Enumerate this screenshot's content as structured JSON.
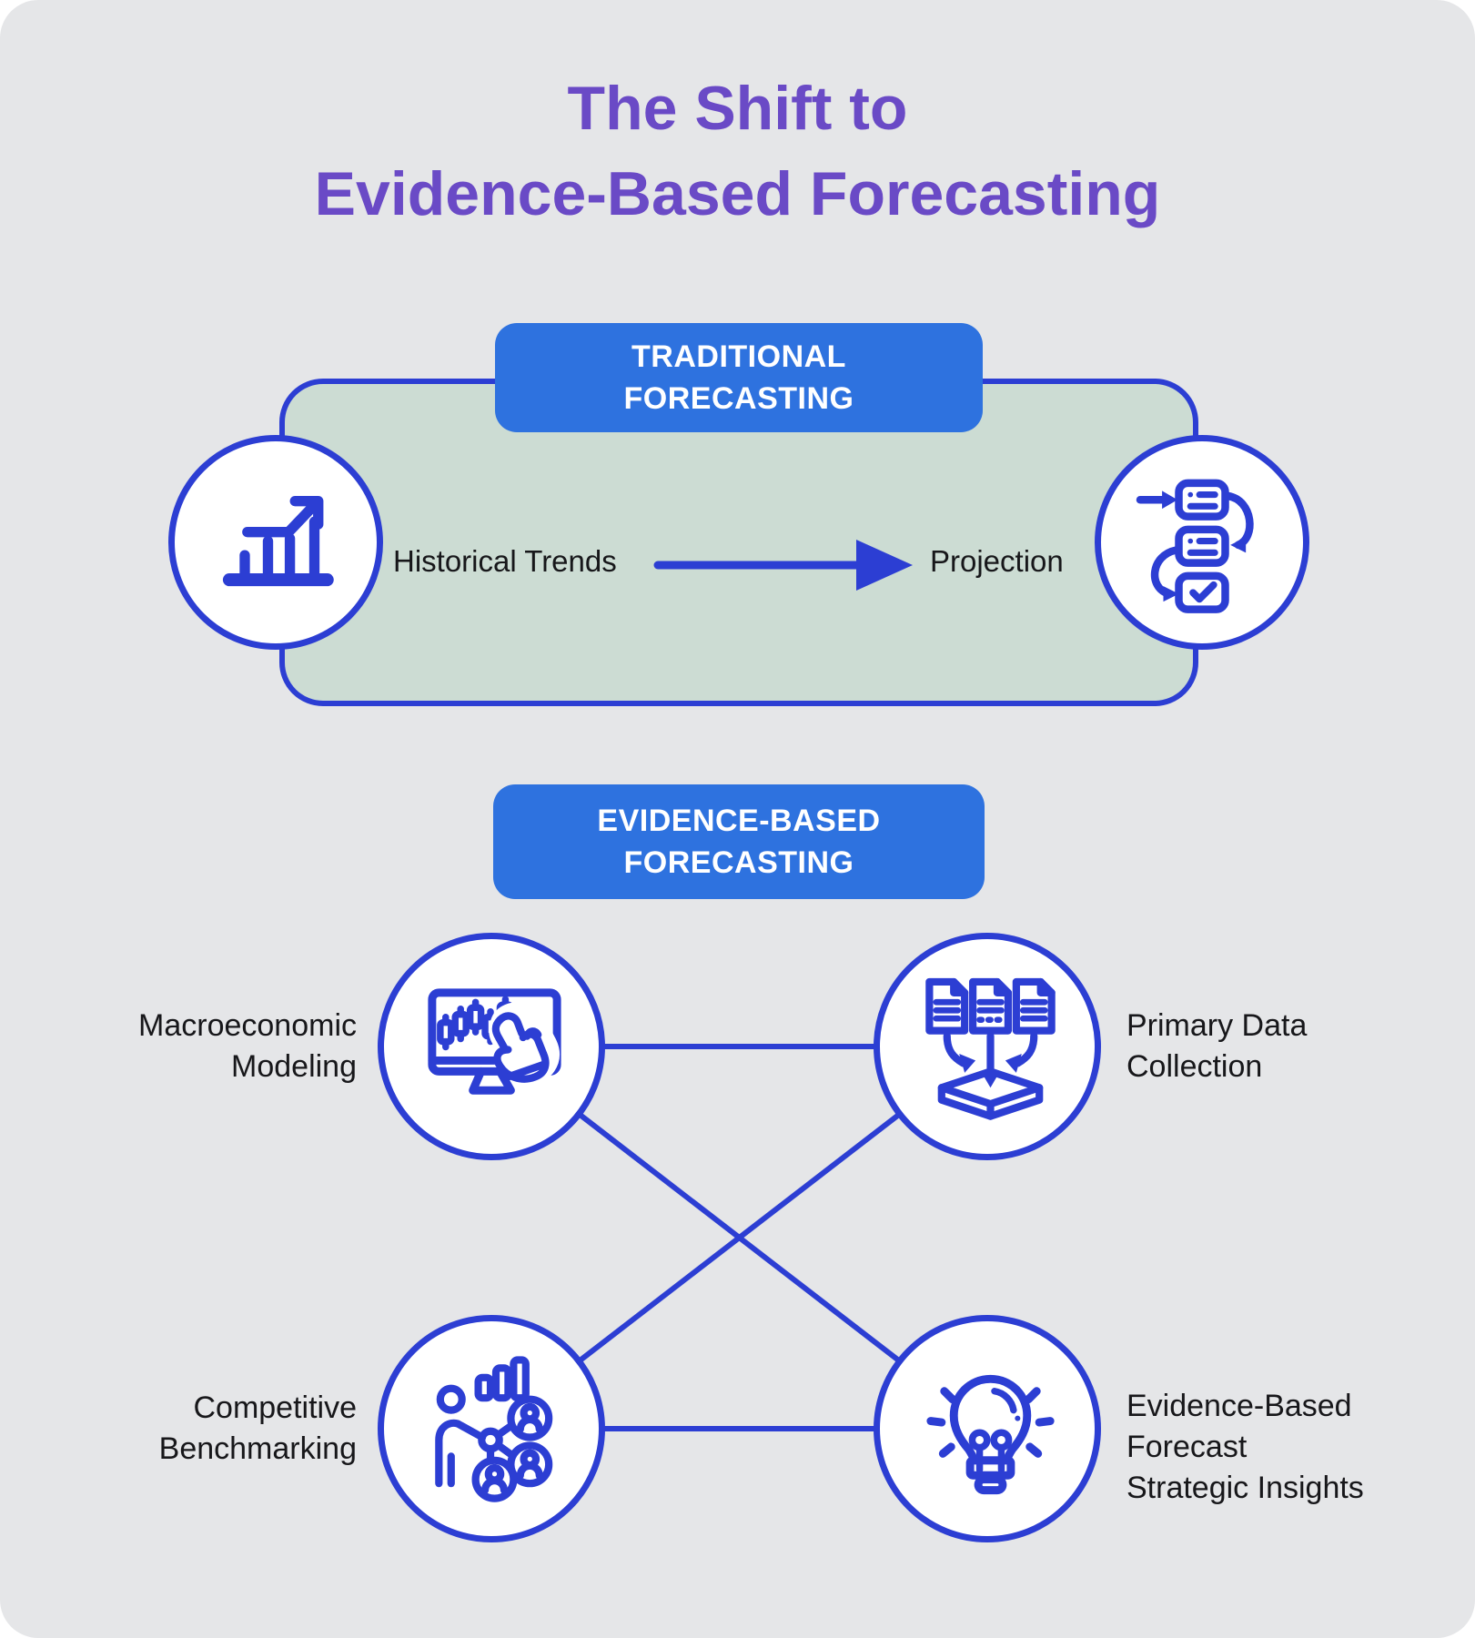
{
  "header": {
    "title_line1": "The Shift to",
    "title_line2": "Evidence-Based Forecasting"
  },
  "traditional": {
    "badge": "TRADITIONAL\nFORECASTING",
    "flow_from": "Historical Trends",
    "flow_to": "Projection",
    "icons": {
      "left": "growth-chart-icon",
      "right": "process-steps-icon"
    }
  },
  "evidence": {
    "badge": "EVIDENCE-BASED\nFORECASTING",
    "nodes": [
      {
        "label": "Macroeconomic\nModeling",
        "icon": "candlestick-monitor-icon"
      },
      {
        "label": "Primary Data\nCollection",
        "icon": "documents-collection-icon"
      },
      {
        "label": "Competitive\nBenchmarking",
        "icon": "people-benchmark-icon"
      },
      {
        "label": "Evidence-Based\nForecast\nStrategic Insights",
        "icon": "lightbulb-icon"
      }
    ]
  },
  "colors": {
    "title_purple": "#6a4ac6",
    "badge_blue": "#2e72df",
    "line_blue": "#2c3ed3",
    "panel_green": "#ccdcd3",
    "card_gray": "#e5e6e8",
    "text_dark": "#17171a"
  }
}
